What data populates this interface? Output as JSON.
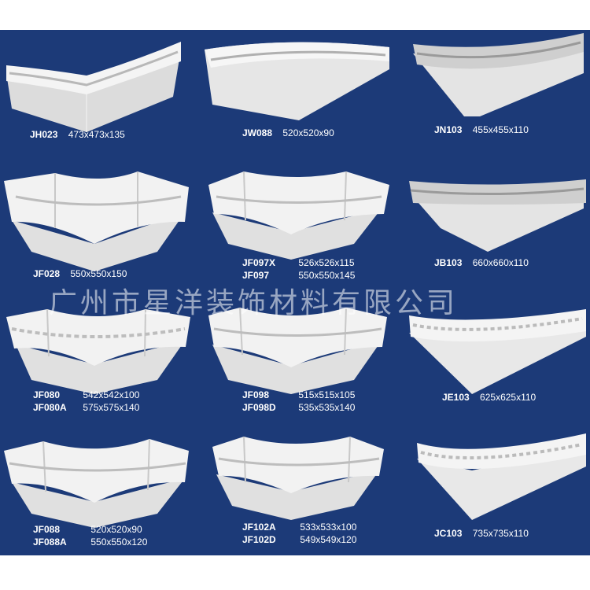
{
  "watermark": "广州市星洋装饰材料有限公司",
  "colors": {
    "background": "#1c3a78",
    "plaster": "#f4f4f4",
    "text": "#ffffff"
  },
  "products": [
    {
      "lines": [
        {
          "code": "JH023",
          "dims": "473x473x135"
        }
      ]
    },
    {
      "lines": [
        {
          "code": "JW088",
          "dims": "520x520x90"
        }
      ]
    },
    {
      "lines": [
        {
          "code": "JN103",
          "dims": "455x455x110"
        }
      ]
    },
    {
      "lines": [
        {
          "code": "JF028",
          "dims": "550x550x150"
        }
      ]
    },
    {
      "lines": [
        {
          "code": "JF097X",
          "dims": "526x526x115"
        },
        {
          "code": "JF097",
          "dims": "550x550x145"
        }
      ]
    },
    {
      "lines": [
        {
          "code": "JB103",
          "dims": "660x660x110"
        }
      ]
    },
    {
      "lines": [
        {
          "code": "JF080",
          "dims": "542x542x100"
        },
        {
          "code": "JF080A",
          "dims": "575x575x140"
        }
      ]
    },
    {
      "lines": [
        {
          "code": "JF098",
          "dims": "515x515x105"
        },
        {
          "code": "JF098D",
          "dims": "535x535x140"
        }
      ]
    },
    {
      "lines": [
        {
          "code": "JE103",
          "dims": "625x625x110"
        }
      ]
    },
    {
      "lines": [
        {
          "code": "JF088",
          "dims": "520x520x90"
        },
        {
          "code": "JF088A",
          "dims": "550x550x120"
        }
      ]
    },
    {
      "lines": [
        {
          "code": "JF102A",
          "dims": "533x533x100"
        },
        {
          "code": "JF102D",
          "dims": "549x549x120"
        }
      ]
    },
    {
      "lines": [
        {
          "code": "JC103",
          "dims": "735x735x110"
        }
      ]
    }
  ]
}
